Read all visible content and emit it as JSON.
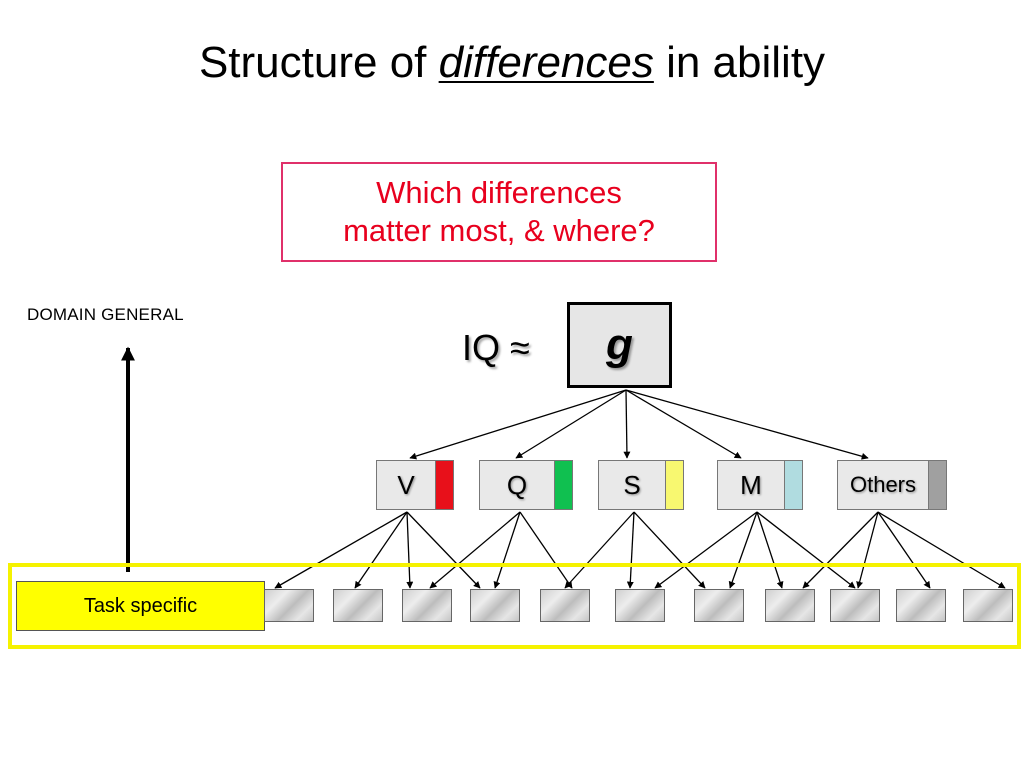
{
  "title": {
    "prefix": "Structure of ",
    "emphasis": "differences",
    "suffix": " in ability"
  },
  "question": {
    "line1": "Which differences",
    "line2": "matter most, & where?"
  },
  "axis": {
    "top_label": "DOMAIN GENERAL",
    "bottom_label": "Task specific"
  },
  "general": {
    "prefix": "IQ ≈",
    "factor": "g"
  },
  "abilities": [
    {
      "label": "V",
      "color": "#e8101a"
    },
    {
      "label": "Q",
      "color": "#10c050"
    },
    {
      "label": "S",
      "color": "#f8f870"
    },
    {
      "label": "M",
      "color": "#b0dce0"
    },
    {
      "label": "Others",
      "color": "#a0a0a0"
    }
  ],
  "colors": {
    "question_border": "#e0306a",
    "question_text": "#e8001e",
    "task_strip": "#f5f200",
    "task_label_bg": "#ffff00"
  }
}
